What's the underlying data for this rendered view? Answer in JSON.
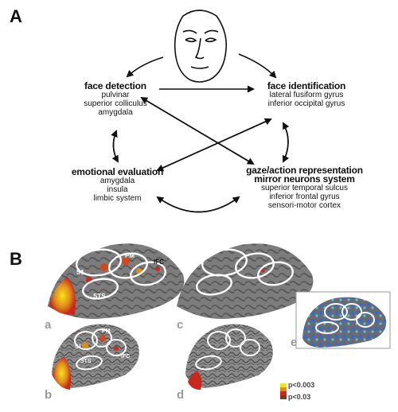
{
  "panels": {
    "a_letter": "A",
    "b_letter": "B"
  },
  "nodes": {
    "face_detection": {
      "title": "face detection",
      "lines": [
        "pulvinar",
        "superior colliculus",
        "amygdala"
      ]
    },
    "face_identification": {
      "title": "face identification",
      "lines": [
        "lateral fusiform gyrus",
        "inferior occipital gyrus"
      ]
    },
    "emotional_evaluation": {
      "title": "emotional evaluation",
      "lines": [
        "amygdala",
        "insula",
        "limbic system"
      ]
    },
    "gaze_action": {
      "title": "gaze/action representation",
      "title2": "mirror neurons system",
      "lines": [
        "superior temporal sulcus",
        "inferior frontal gyrus",
        "sensori-motor cortex"
      ]
    }
  },
  "brain_annotations": {
    "pm": "PM",
    "ifc": "IFC",
    "s1": "S1",
    "sts": "STS",
    "pm_b": "PM",
    "s1_b": "S1",
    "ifc_b": "IFC",
    "sts_b": "STS"
  },
  "sub_labels": {
    "a": "a",
    "b": "b",
    "c": "c",
    "d": "d",
    "e": "e"
  },
  "legend": {
    "high": "p<0.003",
    "low": "p<0.03",
    "colors": [
      "#f5e31a",
      "#e08a1e",
      "#c9281c",
      "#7a3a28"
    ]
  }
}
